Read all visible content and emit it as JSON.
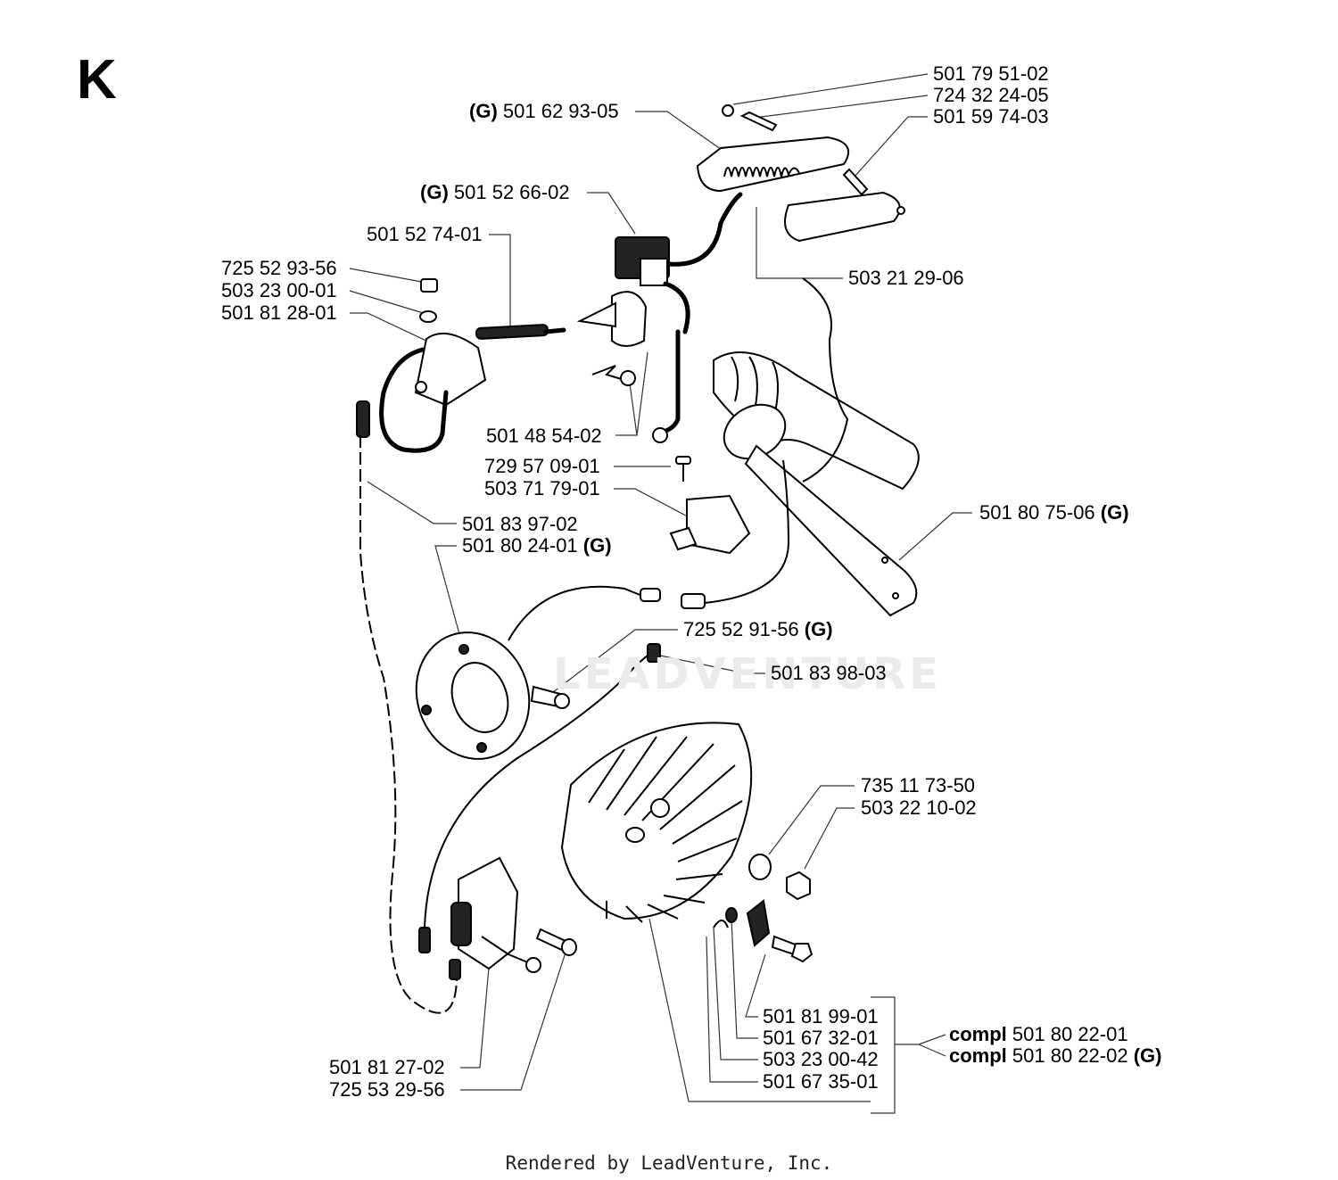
{
  "section_letter": "K",
  "watermark": "LEADVENTURE",
  "footer": "Rendered by LeadVenture, Inc.",
  "callouts": {
    "p1": {
      "prefix": "",
      "number": "501 79 51-02",
      "suffix": ""
    },
    "p2": {
      "prefix": "",
      "number": "724 32 24-05",
      "suffix": ""
    },
    "p3": {
      "prefix": "",
      "number": "501 59 74-03",
      "suffix": ""
    },
    "p4": {
      "prefix": "(G)",
      "number": "501 62 93-05",
      "suffix": ""
    },
    "p5": {
      "prefix": "(G)",
      "number": "501 52 66-02",
      "suffix": ""
    },
    "p6": {
      "prefix": "",
      "number": "501 52 74-01",
      "suffix": ""
    },
    "p7": {
      "prefix": "",
      "number": "725 52 93-56",
      "suffix": ""
    },
    "p8": {
      "prefix": "",
      "number": "503 23 00-01",
      "suffix": ""
    },
    "p9": {
      "prefix": "",
      "number": "501 81 28-01",
      "suffix": ""
    },
    "p10": {
      "prefix": "",
      "number": "503 21 29-06",
      "suffix": ""
    },
    "p11": {
      "prefix": "",
      "number": "501 48 54-02",
      "suffix": ""
    },
    "p12": {
      "prefix": "",
      "number": "729 57 09-01",
      "suffix": ""
    },
    "p13": {
      "prefix": "",
      "number": "503 71 79-01",
      "suffix": ""
    },
    "p14": {
      "prefix": "",
      "number": "501 80 75-06",
      "suffix": "(G)"
    },
    "p15": {
      "prefix": "",
      "number": "501 83 97-02",
      "suffix": ""
    },
    "p16": {
      "prefix": "",
      "number": "501 80 24-01",
      "suffix": "(G)"
    },
    "p17": {
      "prefix": "",
      "number": "725 52 91-56",
      "suffix": "(G)"
    },
    "p18": {
      "prefix": "",
      "number": "501 83 98-03",
      "suffix": ""
    },
    "p19": {
      "prefix": "",
      "number": "735 11 73-50",
      "suffix": ""
    },
    "p20": {
      "prefix": "",
      "number": "503 22 10-02",
      "suffix": ""
    },
    "p21": {
      "prefix": "",
      "number": "501 81 99-01",
      "suffix": ""
    },
    "p22": {
      "prefix": "",
      "number": "501 67 32-01",
      "suffix": ""
    },
    "p23": {
      "prefix": "",
      "number": "503 23 00-42",
      "suffix": ""
    },
    "p24": {
      "prefix": "",
      "number": "501 67 35-01",
      "suffix": ""
    },
    "p25": {
      "prefix": "compl",
      "number": "501 80 22-01",
      "suffix": ""
    },
    "p26": {
      "prefix": "compl",
      "number": "501 80 22-02",
      "suffix": "(G)"
    },
    "p27": {
      "prefix": "",
      "number": "501 81 27-02",
      "suffix": ""
    },
    "p28": {
      "prefix": "",
      "number": "725 53 29-56",
      "suffix": ""
    }
  }
}
